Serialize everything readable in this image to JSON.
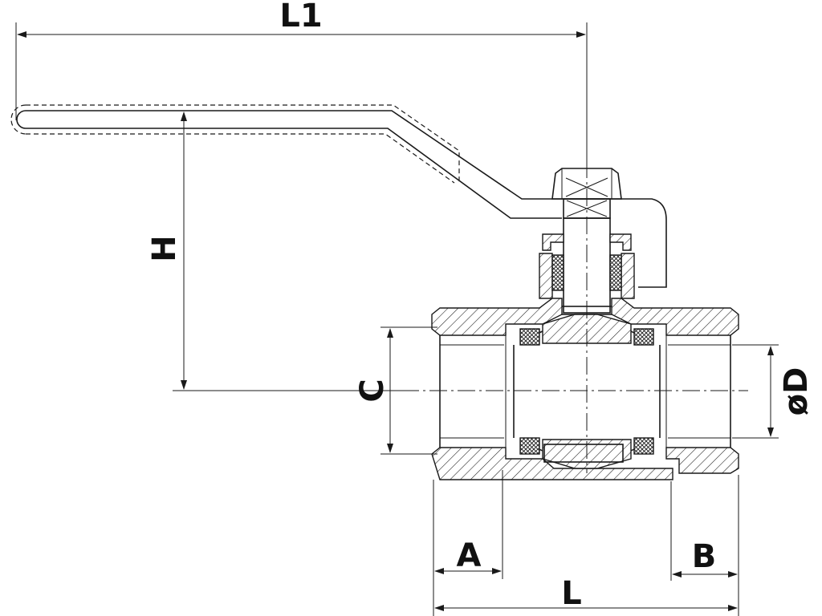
{
  "labels": {
    "l1": "L1",
    "h": "H",
    "c": "C",
    "d": "øD",
    "a": "A",
    "b": "B",
    "l": "L"
  }
}
